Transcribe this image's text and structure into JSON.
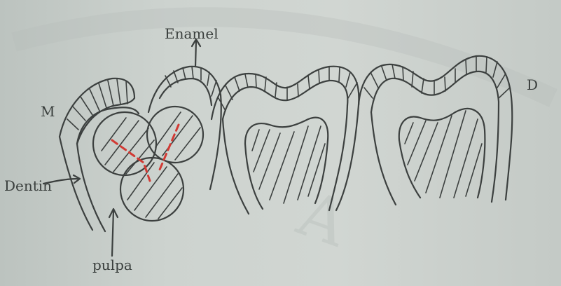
{
  "labels": {
    "enamel": "Enamel",
    "mesial": "M",
    "distal": "D",
    "dentin": "Dentin",
    "pulpa": "pulpa"
  },
  "colors": {
    "paper": "#c9cfcb",
    "ink": "#3c403f",
    "cut_line": "#d23a34"
  }
}
